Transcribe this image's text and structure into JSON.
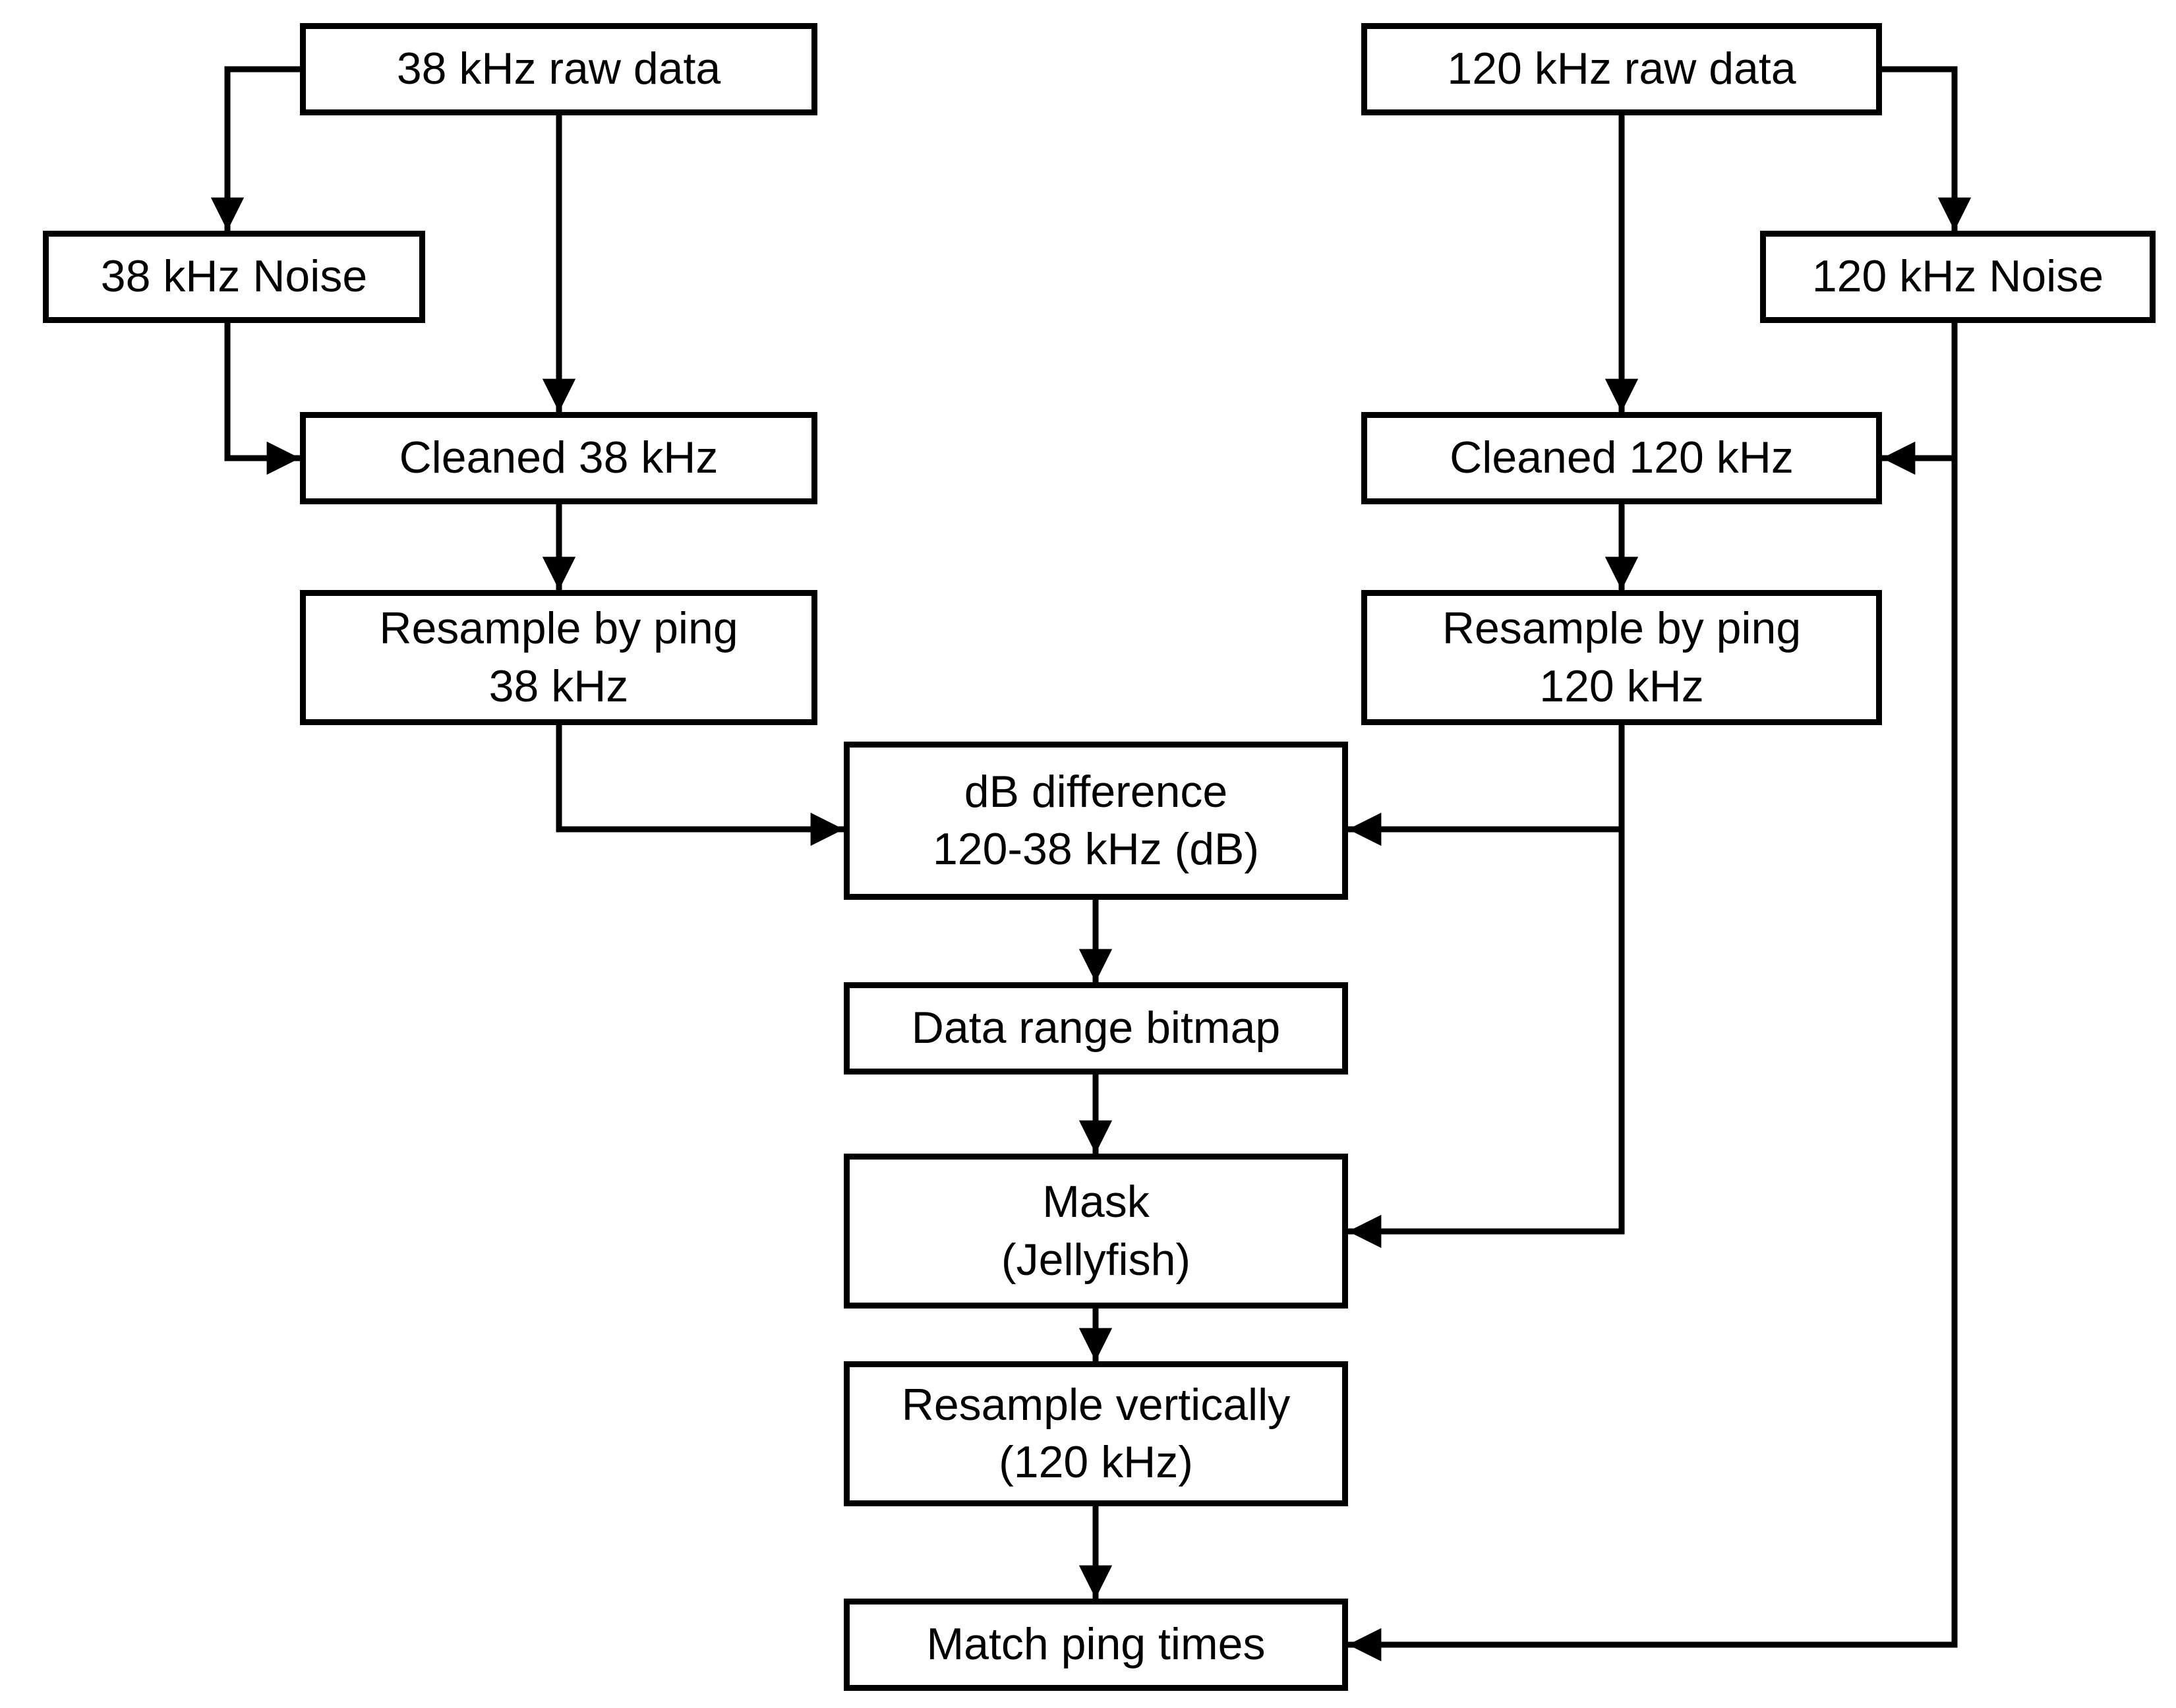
{
  "diagram": {
    "kind": "flowchart",
    "background_color": "#ffffff",
    "box_fill_color": "#ffffff",
    "box_border_color": "#000000",
    "connector_color": "#000000",
    "text_color": "#000000"
  },
  "nodes": {
    "raw38": {
      "label": "38 kHz raw data"
    },
    "noise38": {
      "label": "38 kHz Noise"
    },
    "cleaned38": {
      "label": "Cleaned 38 kHz"
    },
    "resample38": {
      "label": "Resample by ping\n38 kHz"
    },
    "raw120": {
      "label": "120 kHz raw data"
    },
    "noise120": {
      "label": "120 kHz Noise"
    },
    "cleaned120": {
      "label": "Cleaned 120 kHz"
    },
    "resample120": {
      "label": "Resample by ping\n120 kHz"
    },
    "dbdiff": {
      "label": "dB difference\n120-38 kHz (dB)"
    },
    "bitmap": {
      "label": "Data range bitmap"
    },
    "mask": {
      "label": "Mask\n(Jellyfish)"
    },
    "resamplev": {
      "label": "Resample vertically\n(120 kHz)"
    },
    "match": {
      "label": "Match ping times"
    }
  },
  "edges": [
    {
      "from": "raw38",
      "to": "noise38"
    },
    {
      "from": "raw38",
      "to": "cleaned38"
    },
    {
      "from": "noise38",
      "to": "cleaned38"
    },
    {
      "from": "cleaned38",
      "to": "resample38"
    },
    {
      "from": "resample38",
      "to": "dbdiff"
    },
    {
      "from": "raw120",
      "to": "noise120"
    },
    {
      "from": "raw120",
      "to": "cleaned120"
    },
    {
      "from": "noise120",
      "to": "cleaned120"
    },
    {
      "from": "cleaned120",
      "to": "resample120"
    },
    {
      "from": "resample120",
      "to": "dbdiff"
    },
    {
      "from": "resample120",
      "to": "mask"
    },
    {
      "from": "noise120",
      "to": "match"
    },
    {
      "from": "dbdiff",
      "to": "bitmap"
    },
    {
      "from": "bitmap",
      "to": "mask"
    },
    {
      "from": "mask",
      "to": "resamplev"
    },
    {
      "from": "resamplev",
      "to": "match"
    }
  ]
}
